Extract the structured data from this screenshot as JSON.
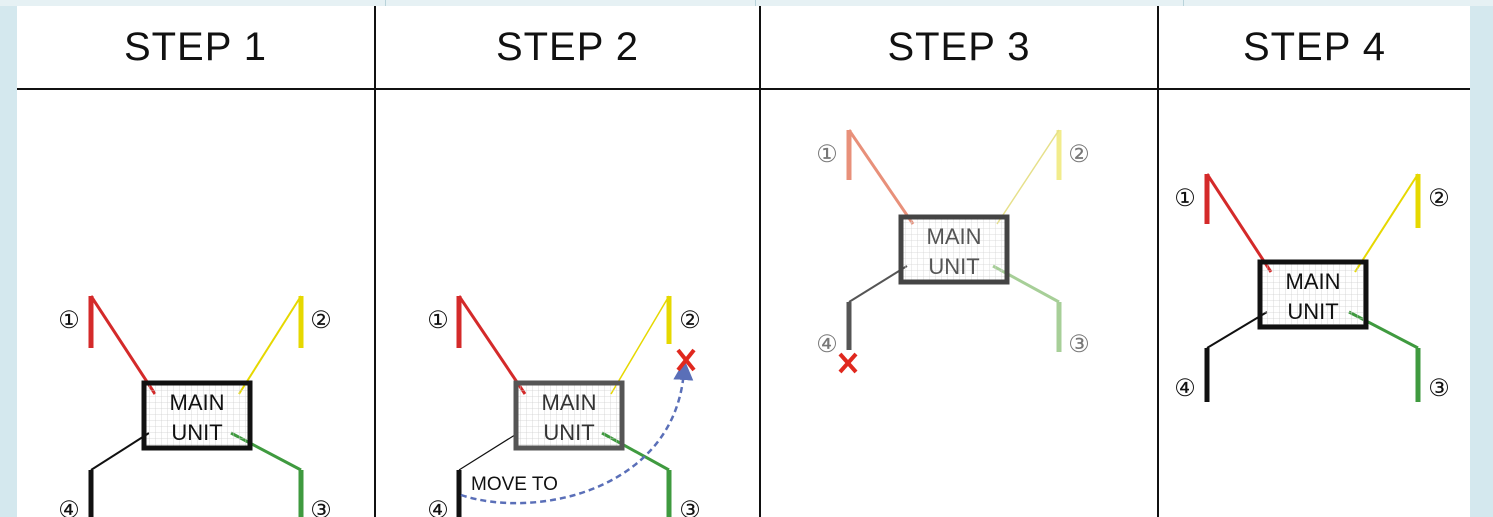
{
  "steps": [
    {
      "title": "STEP 1",
      "unit_line1": "MAIN",
      "unit_line2": "UNIT",
      "labels": [
        "①",
        "②",
        "③",
        "④"
      ]
    },
    {
      "title": "STEP 2",
      "unit_line1": "MAIN",
      "unit_line2": "UNIT",
      "labels": [
        "①",
        "②",
        "③",
        "④"
      ],
      "move_label": "MOVE TO"
    },
    {
      "title": "STEP 3",
      "unit_line1": "MAIN",
      "unit_line2": "UNIT",
      "labels": [
        "①",
        "②",
        "③",
        "④"
      ]
    },
    {
      "title": "STEP 4",
      "unit_line1": "MAIN",
      "unit_line2": "UNIT",
      "labels": [
        "①",
        "②",
        "③",
        "④"
      ]
    }
  ],
  "colors": {
    "leg1": "#d42a2a",
    "leg2": "#e6d800",
    "leg3": "#3f9a3f",
    "leg4": "#111111",
    "cross": "#e0281e",
    "move_arrow": "#5a6fb8"
  }
}
